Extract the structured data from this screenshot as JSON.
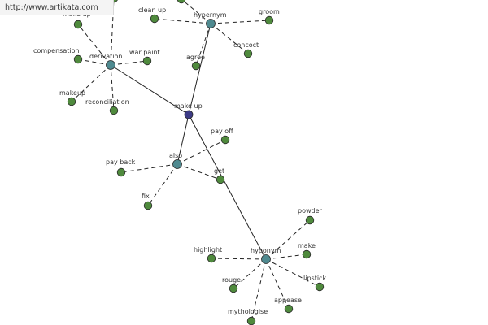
{
  "watermark": "http://www.artikata.com",
  "colors": {
    "root": "#3d3b86",
    "group": "#4f8a90",
    "leaf": "#4f8a3d",
    "node_stroke": "#2a2a2a",
    "edge": "#222222"
  },
  "nodes": [
    {
      "id": "make-up",
      "label": "make up",
      "kind": "root"
    },
    {
      "id": "derivation",
      "label": "derivation",
      "kind": "group"
    },
    {
      "id": "hypernym",
      "label": "hypernym",
      "kind": "group"
    },
    {
      "id": "also",
      "label": "also",
      "kind": "group"
    },
    {
      "id": "hyponym",
      "label": "hyponym",
      "kind": "group"
    },
    {
      "id": "make-up-2",
      "label": "make up",
      "kind": "leaf"
    },
    {
      "id": "compensation",
      "label": "compensation",
      "kind": "leaf"
    },
    {
      "id": "war-paint",
      "label": "war paint",
      "kind": "leaf"
    },
    {
      "id": "makeup",
      "label": "makeup",
      "kind": "leaf"
    },
    {
      "id": "reconciliation",
      "label": "reconciliation",
      "kind": "leaf"
    },
    {
      "id": "derivation-top",
      "label": "",
      "kind": "leaf"
    },
    {
      "id": "clean-up",
      "label": "clean up",
      "kind": "leaf"
    },
    {
      "id": "groom",
      "label": "groom",
      "kind": "leaf"
    },
    {
      "id": "concoct",
      "label": "concoct",
      "kind": "leaf"
    },
    {
      "id": "agree",
      "label": "agree",
      "kind": "leaf"
    },
    {
      "id": "hypernym-top",
      "label": "",
      "kind": "leaf"
    },
    {
      "id": "pay-off",
      "label": "pay off",
      "kind": "leaf"
    },
    {
      "id": "pay-back",
      "label": "pay back",
      "kind": "leaf"
    },
    {
      "id": "get",
      "label": "get",
      "kind": "leaf"
    },
    {
      "id": "fix",
      "label": "fix",
      "kind": "leaf"
    },
    {
      "id": "powder",
      "label": "powder",
      "kind": "leaf"
    },
    {
      "id": "make",
      "label": "make",
      "kind": "leaf"
    },
    {
      "id": "highlight",
      "label": "highlight",
      "kind": "leaf"
    },
    {
      "id": "lipstick",
      "label": "lipstick",
      "kind": "leaf"
    },
    {
      "id": "rouge",
      "label": "rouge",
      "kind": "leaf"
    },
    {
      "id": "appease",
      "label": "appease",
      "kind": "leaf"
    },
    {
      "id": "mythologise",
      "label": "mythologise",
      "kind": "leaf"
    }
  ],
  "edges": [
    {
      "from": "make-up",
      "to": "derivation",
      "style": "solid"
    },
    {
      "from": "make-up",
      "to": "hypernym",
      "style": "solid"
    },
    {
      "from": "make-up",
      "to": "also",
      "style": "solid"
    },
    {
      "from": "make-up",
      "to": "hyponym",
      "style": "solid"
    },
    {
      "from": "derivation",
      "to": "make-up-2",
      "style": "dashed"
    },
    {
      "from": "derivation",
      "to": "compensation",
      "style": "dashed"
    },
    {
      "from": "derivation",
      "to": "war-paint",
      "style": "dashed"
    },
    {
      "from": "derivation",
      "to": "makeup",
      "style": "dashed"
    },
    {
      "from": "derivation",
      "to": "reconciliation",
      "style": "dashed"
    },
    {
      "from": "derivation",
      "to": "derivation-top",
      "style": "dashed"
    },
    {
      "from": "hypernym",
      "to": "clean-up",
      "style": "dashed"
    },
    {
      "from": "hypernym",
      "to": "groom",
      "style": "dashed"
    },
    {
      "from": "hypernym",
      "to": "concoct",
      "style": "dashed"
    },
    {
      "from": "hypernym",
      "to": "agree",
      "style": "dashed"
    },
    {
      "from": "hypernym",
      "to": "hypernym-top",
      "style": "dashed"
    },
    {
      "from": "also",
      "to": "pay-off",
      "style": "dashed"
    },
    {
      "from": "also",
      "to": "pay-back",
      "style": "dashed"
    },
    {
      "from": "also",
      "to": "get",
      "style": "dashed"
    },
    {
      "from": "also",
      "to": "fix",
      "style": "dashed"
    },
    {
      "from": "hyponym",
      "to": "powder",
      "style": "dashed"
    },
    {
      "from": "hyponym",
      "to": "make",
      "style": "dashed"
    },
    {
      "from": "hyponym",
      "to": "highlight",
      "style": "dashed"
    },
    {
      "from": "hyponym",
      "to": "lipstick",
      "style": "dashed"
    },
    {
      "from": "hyponym",
      "to": "rouge",
      "style": "dashed"
    },
    {
      "from": "hyponym",
      "to": "appease",
      "style": "dashed"
    },
    {
      "from": "hyponym",
      "to": "mythologise",
      "style": "dashed"
    }
  ]
}
